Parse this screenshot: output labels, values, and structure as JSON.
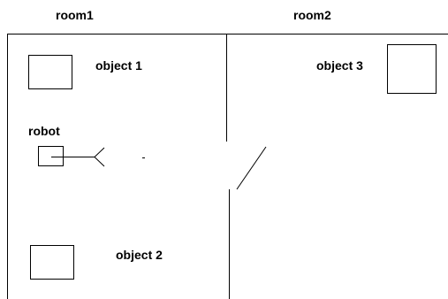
{
  "rooms": [
    {
      "label": "room1"
    },
    {
      "label": "room2"
    }
  ],
  "objects": [
    {
      "label": "object 1"
    },
    {
      "label": "object 2"
    },
    {
      "label": "object 3"
    }
  ],
  "robot": {
    "label": "robot"
  },
  "colors": {
    "ink": "#000000",
    "background": "#ffffff"
  }
}
